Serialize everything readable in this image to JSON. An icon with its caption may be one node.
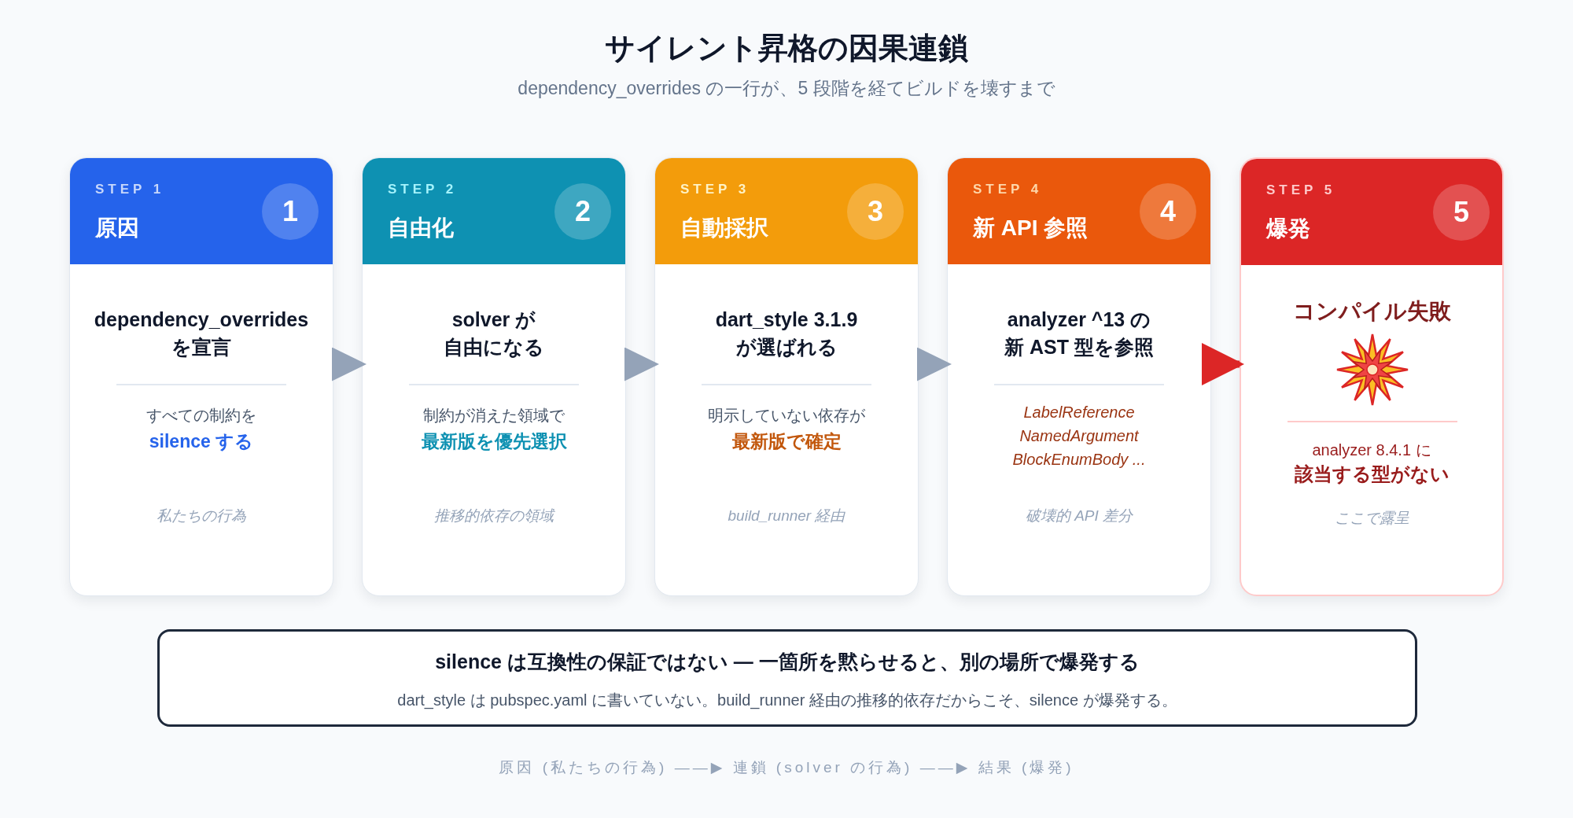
{
  "diagram": {
    "title": "サイレント昇格の因果連鎖",
    "nodes": [
      {
        "text": [
          "STEP 1",
          "原因",
          "dependency_overrides を宣言",
          "すべての制約を",
          "silence する",
          "私たちの行為"
        ]
      },
      {
        "text": [
          "1"
        ],
        "in": 0
      },
      {
        "text": [
          "STEP 2",
          "自由化",
          "solver が自由になる",
          "制約が消えた領域で",
          "最新版を優先選択",
          "推移的依存の領域"
        ]
      },
      {
        "text": [
          "2"
        ],
        "in": 2
      },
      {
        "text": [
          "STEP 3",
          "自動採択",
          "dart_style 3.1.9 が選ばれる",
          "明示していない依存が",
          "最新版で確定",
          "build_runner 経由"
        ]
      },
      {
        "text": [
          "3"
        ],
        "in": 4
      },
      {
        "text": [
          "STEP 4",
          "新 API 参照",
          "analyzer ^13 の新 AST 型を参照",
          "LabelReference NamedArgument BlockEnumBody ...",
          "破壊的 API 差分"
        ]
      },
      {
        "text": [
          "4"
        ],
        "in": 6
      },
      {
        "text": [
          "STEP 5",
          "爆発",
          "コンパイル失敗",
          "analyzer 8.4.1 に",
          "該当する型がない",
          "ここで露呈"
        ]
      },
      {
        "text": [
          "5"
        ],
        "in": 8
      },
      {
        "text": [
          "silence は互換性の保証ではない — 一箇所を黙らせると、別の場所で爆発する",
          "dart_style は pubspec.yaml に書いていない。build_runner 経由の推移的依存だからこそ、silence が爆発する。"
        ]
      }
    ],
    "edges": [
      {
        "from": 0,
        "to": 2,
        "arrow": "to"
      },
      {
        "from": 2,
        "to": 4,
        "arrow": "to"
      },
      {
        "from": 4,
        "to": 6,
        "arrow": "to"
      },
      {
        "from": 6,
        "to": 8,
        "arrow": "to",
        "style": "thick",
        "color": "#dc2626"
      }
    ],
    "labels": [
      "dependency_overrides の一行が、5 段階を経てビルドを壊すまで",
      "原因 (私たちの行為) ——▶ 連鎖 (solver の行為) ——▶ 結果 (爆発)"
    ]
  }
}
